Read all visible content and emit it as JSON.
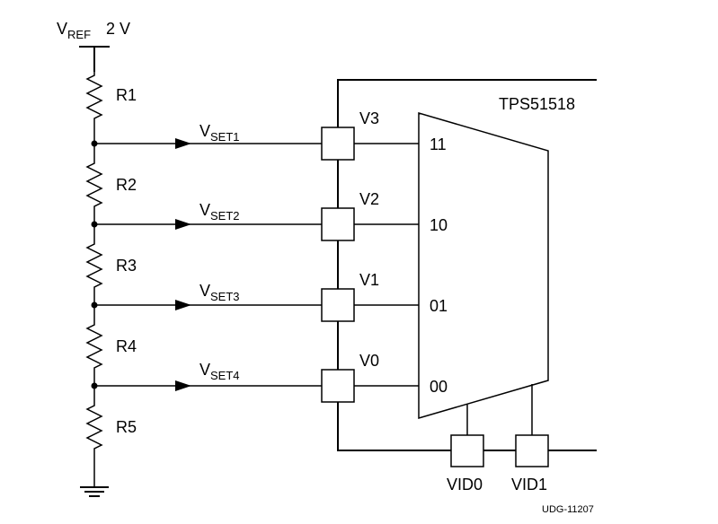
{
  "vref": {
    "label": "V",
    "sub": "REF",
    "value": "2 V"
  },
  "resistors": [
    "R1",
    "R2",
    "R3",
    "R4",
    "R5"
  ],
  "vset": [
    {
      "label": "V",
      "sub": "SET1"
    },
    {
      "label": "V",
      "sub": "SET2"
    },
    {
      "label": "V",
      "sub": "SET3"
    },
    {
      "label": "V",
      "sub": "SET4"
    }
  ],
  "pins": [
    "V3",
    "V2",
    "V1",
    "V0"
  ],
  "chip": "TPS51518",
  "mux_inputs": [
    "11",
    "10",
    "01",
    "00"
  ],
  "vid": [
    "VID0",
    "VID1"
  ],
  "figure_id": "UDG-11207"
}
